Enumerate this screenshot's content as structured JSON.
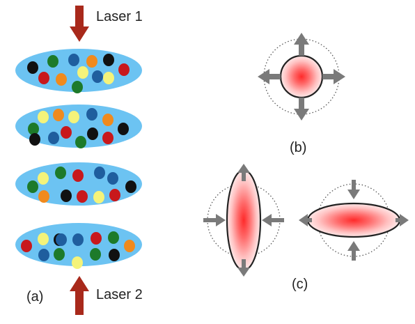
{
  "labels": {
    "laser1": "Laser 1",
    "laser2": "Laser 2",
    "panel_a": "(a)",
    "panel_b": "(b)",
    "panel_c": "(c)"
  },
  "colors": {
    "background": "#ffffff",
    "disk_fill": "#6cc3f2",
    "laser_arrow": "#a8291b",
    "expansion_arrow": "#7a7a7a",
    "outline": "#222222",
    "cloud_center": "#ff2a2a",
    "cloud_edge": "#ffe8e8"
  },
  "particle_colors": {
    "K": "#111111",
    "R": "#c8181c",
    "G": "#1d7a2a",
    "B": "#1f5e9e",
    "O": "#f08a1d",
    "Y": "#f4f37a"
  },
  "disks": [
    {
      "particles": [
        "K",
        "G",
        "B",
        "O",
        "K",
        "R",
        "R",
        "O",
        "Y",
        "B",
        "Y",
        "G"
      ]
    },
    {
      "particles": [
        "Y",
        "O",
        "Y",
        "B",
        "G",
        "R",
        "O",
        "K",
        "K",
        "B",
        "G",
        "R",
        "K"
      ]
    },
    {
      "particles": [
        "Y",
        "G",
        "R",
        "B",
        "B",
        "G",
        "O",
        "K",
        "R",
        "Y",
        "R",
        "K"
      ]
    },
    {
      "particles": [
        "Y",
        "K",
        "B",
        "R",
        "G",
        "R",
        "O",
        "B",
        "G",
        "G",
        "K",
        "B",
        "Y"
      ]
    }
  ],
  "panel_b": {
    "shape": "circle",
    "expansion_arrows": [
      "up",
      "down",
      "left",
      "right"
    ],
    "arrow_direction": "outward"
  },
  "panel_c": [
    {
      "shape": "vertical-ellipse",
      "outward_arrows": [
        "up",
        "down"
      ],
      "inward_arrows": [
        "left",
        "right"
      ]
    },
    {
      "shape": "horizontal-ellipse",
      "outward_arrows": [
        "left",
        "right"
      ],
      "inward_arrows": [
        "up",
        "down"
      ]
    }
  ]
}
